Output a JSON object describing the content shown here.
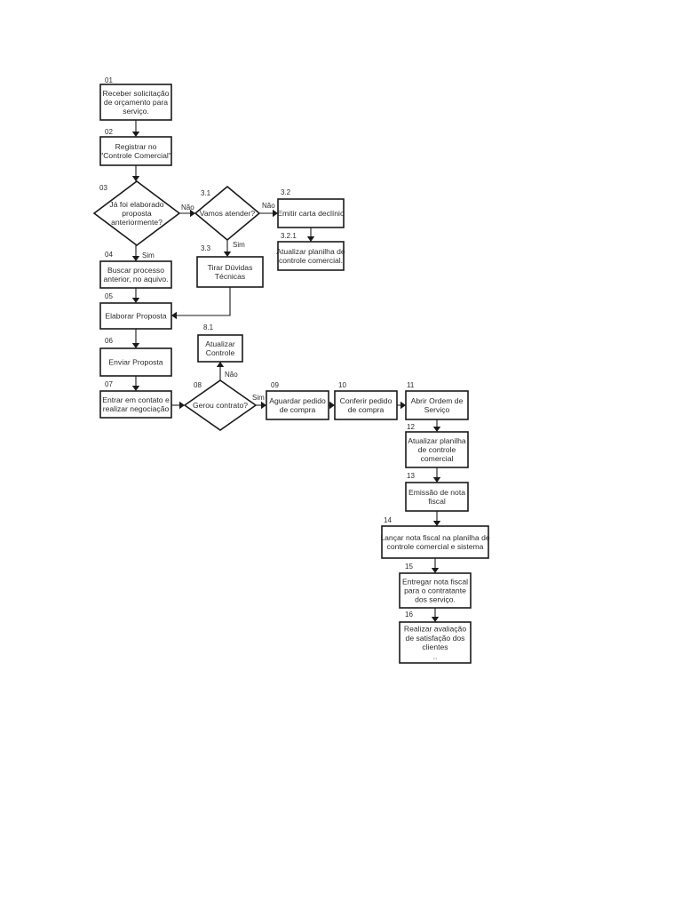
{
  "diagram": {
    "nodes": {
      "n01": {
        "number": "01",
        "lines": [
          "Receber solicitação",
          "de orçamento para",
          "serviço."
        ]
      },
      "n02": {
        "number": "02",
        "lines": [
          "Registrar no",
          "\"Controle Comercial\""
        ]
      },
      "n03": {
        "number": "03",
        "lines": [
          "Já foi elaborado",
          "proposta",
          "anteriormente?"
        ]
      },
      "n31": {
        "number": "3.1",
        "lines": [
          "Vamos atender?"
        ]
      },
      "n32": {
        "number": "3.2",
        "lines": [
          "Emitir carta declínio"
        ]
      },
      "n321": {
        "number": "3.2.1",
        "lines": [
          "Atualizar planilha de",
          "controle comercial."
        ]
      },
      "n33": {
        "number": "3.3",
        "lines": [
          "Tirar Dúvidas",
          "Técnicas"
        ]
      },
      "n04": {
        "number": "04",
        "lines": [
          "Buscar processo",
          "anterior, no aquivo."
        ]
      },
      "n05": {
        "number": "05",
        "lines": [
          "Elaborar Proposta"
        ]
      },
      "n06": {
        "number": "06",
        "lines": [
          "Enviar Proposta"
        ]
      },
      "n07": {
        "number": "07",
        "lines": [
          "Entrar em contato e",
          "realizar negociação"
        ]
      },
      "n08": {
        "number": "08",
        "lines": [
          "Gerou contrato?"
        ]
      },
      "n81": {
        "number": "8.1",
        "lines": [
          "Atualizar",
          "Controle"
        ]
      },
      "n09": {
        "number": "09",
        "lines": [
          "Aguardar pedido",
          "de compra"
        ]
      },
      "n10": {
        "number": "10",
        "lines": [
          "Conferir pedido",
          "de compra"
        ]
      },
      "n11": {
        "number": "11",
        "lines": [
          "Abrir Ordem de",
          "Serviço"
        ]
      },
      "n12": {
        "number": "12",
        "lines": [
          "Atualizar planilha",
          "de controle",
          "comercial"
        ]
      },
      "n13": {
        "number": "13",
        "lines": [
          "Emissão de nota",
          "fiscal"
        ]
      },
      "n14": {
        "number": "14",
        "lines": [
          "Lançar nota fiscal na planilha de",
          "controle comercial e sistema"
        ]
      },
      "n15": {
        "number": "15",
        "lines": [
          "Entregar nota fiscal",
          "para o contratante",
          "dos serviço."
        ]
      },
      "n16": {
        "number": "16",
        "lines": [
          "Realizar avaliação",
          "de satisfação dos",
          "clientes",
          ".."
        ]
      }
    },
    "branch_labels": {
      "nao_03": "Não",
      "sim_03": "Sim",
      "nao_31": "Não",
      "sim_31": "Sim",
      "nao_08": "Não",
      "sim_08": "Sim"
    },
    "colors": {
      "stroke": "#1a1a1a",
      "fill": "#ffffff",
      "text": "#2b2b2b"
    }
  }
}
